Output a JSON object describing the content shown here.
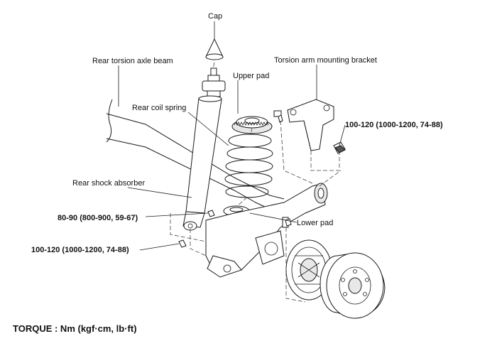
{
  "labels": {
    "cap": "Cap",
    "rear_torsion_axle_beam": "Rear torsion axle beam",
    "upper_pad": "Upper pad",
    "torsion_arm_mounting_bracket": "Torsion arm mounting bracket",
    "rear_coil_spring": "Rear coil spring",
    "rear_shock_absorber": "Rear shock absorber",
    "lower_pad": "Lower pad"
  },
  "torques": {
    "bracket_bolt": "100-120 (1000-1200, 74-88)",
    "shock_upper_bolt": "80-90 (800-900, 59-67)",
    "shock_lower_bolt": "100-120 (1000-1200, 74-88)"
  },
  "footer": {
    "torque_units": "TORQUE : Nm (kgf·cm, lb·ft)"
  }
}
